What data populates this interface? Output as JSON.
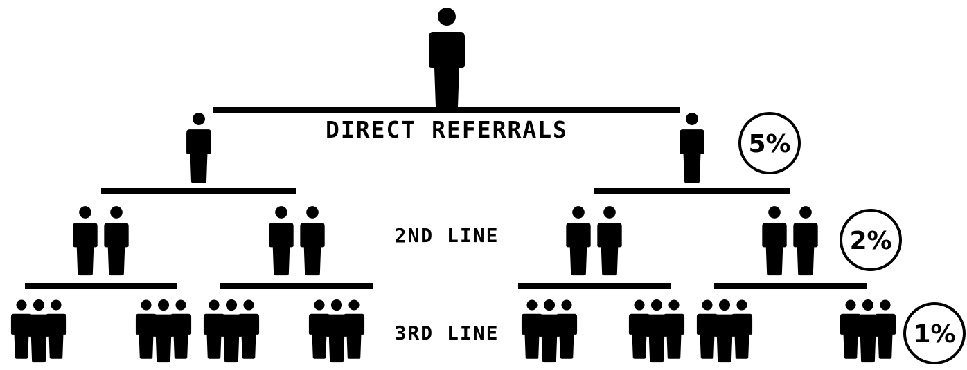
{
  "diagram": {
    "labels": {
      "direct": "DIRECT REFERRALS",
      "second": "2ND LINE",
      "third": "3RD LINE"
    },
    "commissions": {
      "direct": "5%",
      "second": "2%",
      "third": "1%"
    },
    "colors": {
      "ink": "#000000",
      "background": "#ffffff"
    },
    "icons": {
      "person": "person-icon",
      "pair": "person-pair-icon",
      "group": "person-group-icon"
    }
  }
}
